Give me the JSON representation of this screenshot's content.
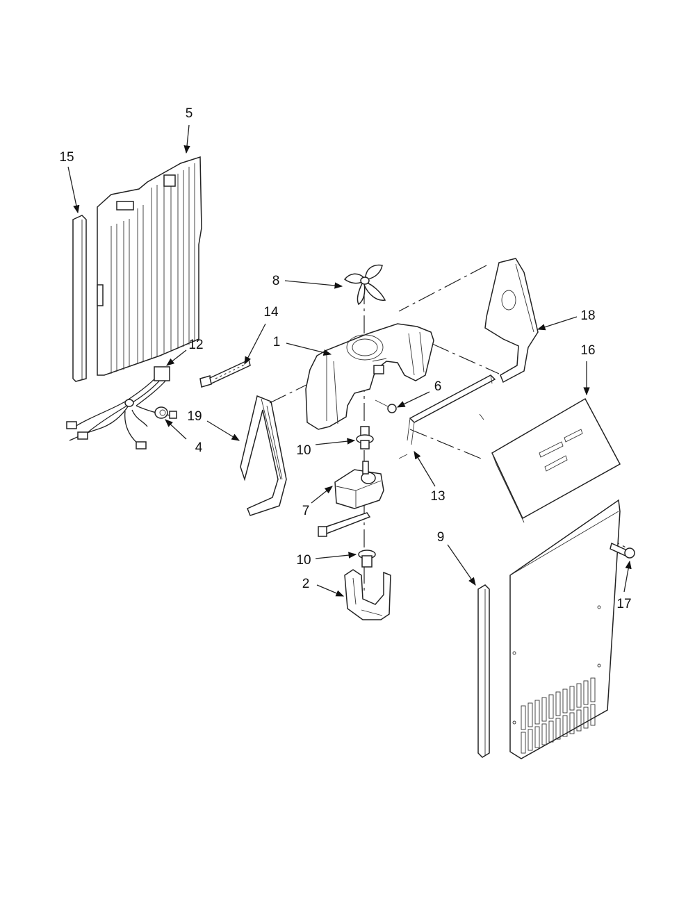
{
  "callouts": {
    "c1": "1",
    "c2": "2",
    "c4": "4",
    "c5": "5",
    "c6": "6",
    "c7": "7",
    "c8": "8",
    "c9": "9",
    "c10a": "10",
    "c10b": "10",
    "c12": "12",
    "c13": "13",
    "c14": "14",
    "c15": "15",
    "c16": "16",
    "c17": "17",
    "c18": "18",
    "c19": "19"
  }
}
